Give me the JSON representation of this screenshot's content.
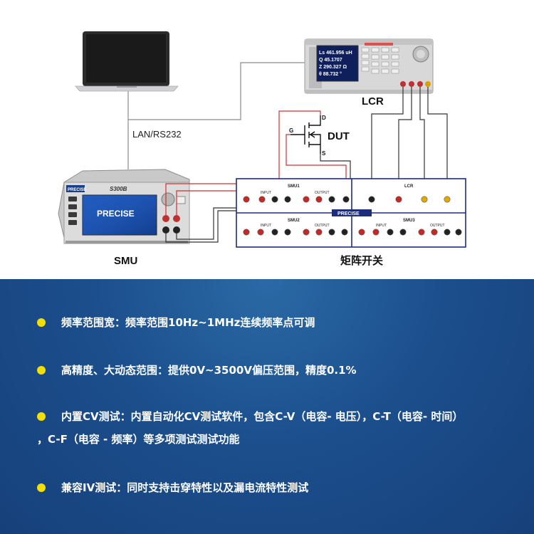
{
  "diagram": {
    "lcr_label": "LCR",
    "lcr_display": [
      "Ls   461.956 uH",
      "Q    45.1707",
      "Z    290.327  Ω",
      "θ    88.732  °"
    ],
    "dut_label": "DUT",
    "gate_label": "G",
    "drain_label": "D",
    "source_label": "S",
    "link_label": "LAN/RS232",
    "smu_label": "SMU",
    "smu_brand": "PRECISE",
    "smu_model": "S300B",
    "matrix_label": "矩阵开关",
    "matrix_brand": "PRECISE",
    "block_smu1": "SMU1",
    "block_smu2": "SMU2",
    "block_smu3": "SMU3",
    "block_lcr": "LCR",
    "input_label": "INPUT",
    "output_label": "OUTPUT"
  },
  "features": [
    {
      "text": "频率范围宽：频率范围10Hz~1MHz连续频率点可调"
    },
    {
      "text": "高精度、大动态范围：提供0V~3500V偏压范围，精度0.1%"
    },
    {
      "text": "内置CV测试：内置自动化CV测试软件，包含C-V（电容- 电压），C-T（电容- 时间）",
      "continuation": "，C-F（电容 - 频率）等多项测试测试功能"
    },
    {
      "text": "兼容IV测试：同时支持击穿特性以及漏电流特性测试"
    }
  ],
  "colors": {
    "bullet": "#f3e000",
    "panel_top": "#2a6aa6",
    "panel_bottom": "#16407a",
    "matrix_border": "#1d2d7a"
  }
}
